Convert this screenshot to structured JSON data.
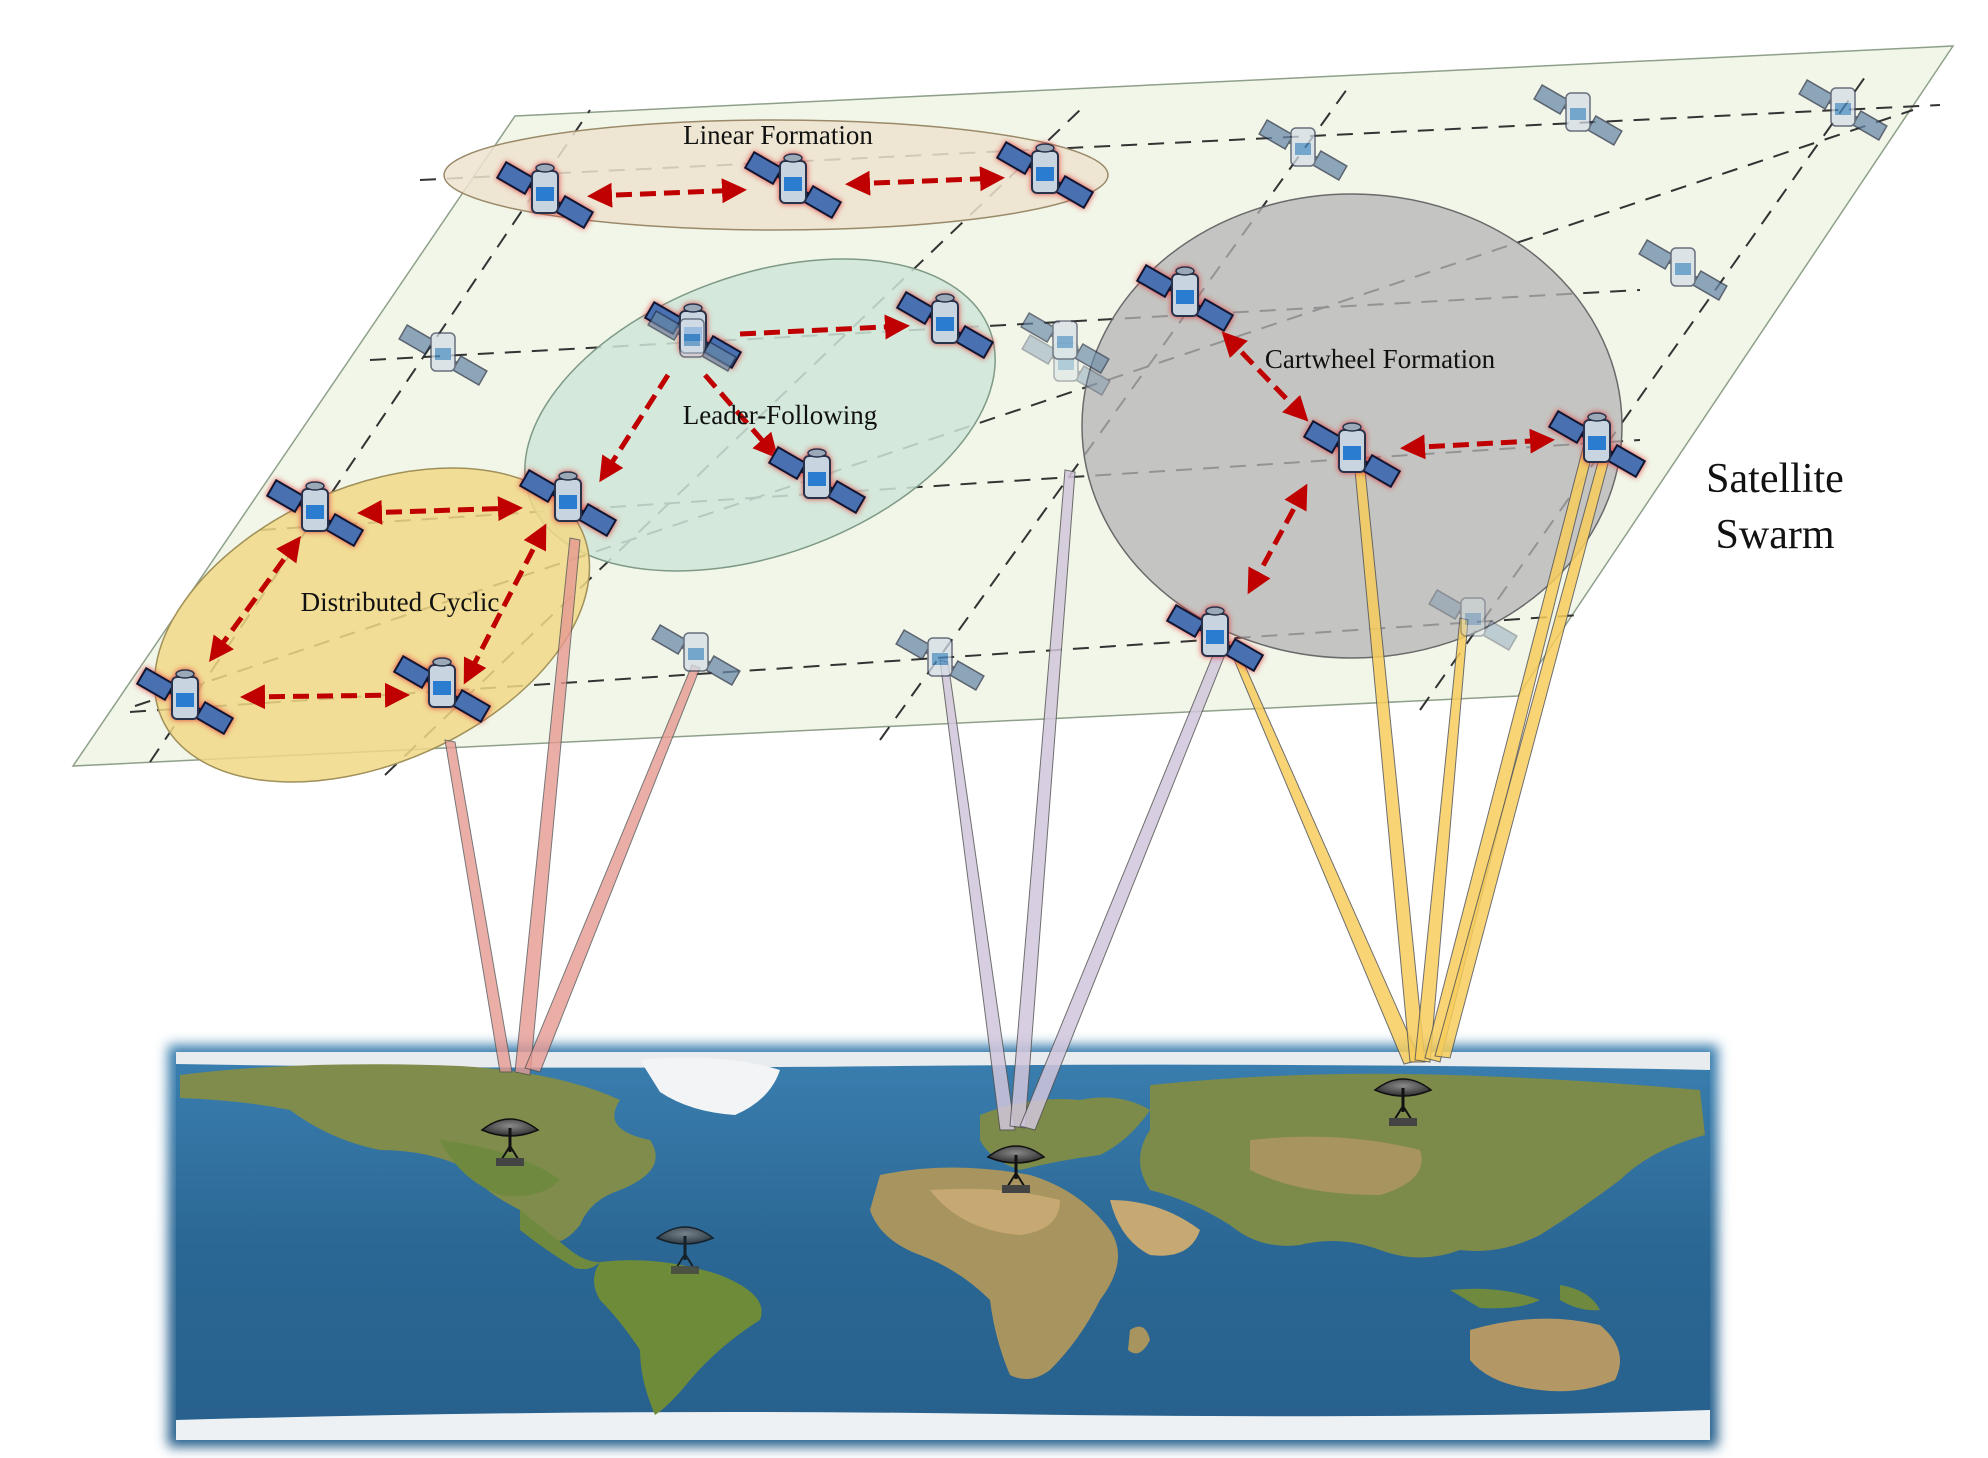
{
  "formations": {
    "linear": "Linear Formation",
    "leader": "Leader-Following",
    "cartwheel": "Cartwheel Formation",
    "cyclic": "Distributed Cyclic"
  },
  "swarm_label": {
    "line1": "Satellite",
    "line2": "Swarm"
  },
  "colors": {
    "plane": "#f1f6e8",
    "linear_zone": "#ede3cf",
    "leader_zone": "#cfe5d8",
    "cartwheel_zone": "#b4b4b6",
    "cyclic_zone": "#f1d886",
    "link_arrow": "#c00000",
    "beam_pink": "#e79a92",
    "beam_lavender": "#d2c6dc",
    "beam_yellow": "#f7cd5c",
    "ocean": "#2e6e9c",
    "land": "#7d8a4a"
  },
  "icons": {
    "satellite": "satellite-icon",
    "ground_station": "ground-station-icon"
  }
}
